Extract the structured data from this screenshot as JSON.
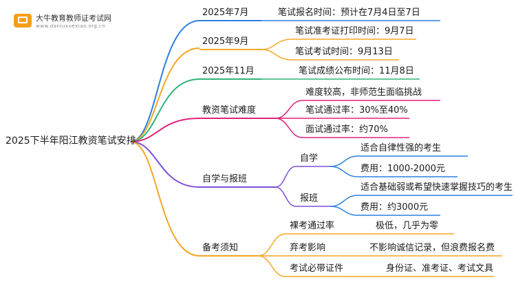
{
  "logo": {
    "name": "大牛教育教师证考试网",
    "url": "www.daniuxuexiao.org.cn"
  },
  "root": "2025下半年阳江教资笔试安排",
  "branches": {
    "july": {
      "label": "2025年7月",
      "items": [
        "笔试报名时间：预计在7月4日至7日"
      ]
    },
    "sept": {
      "label": "2025年9月",
      "items": [
        "笔试准考证打印时间：9月7日",
        "笔试考试时间：9月13日"
      ]
    },
    "nov": {
      "label": "2025年11月",
      "items": [
        "笔试成绩公布时间：11月8日"
      ]
    },
    "difficulty": {
      "label": "教资笔试难度",
      "items": [
        "难度较高，非师范生面临挑战",
        "笔试通过率：30%至40%",
        "面试通过率：约70%"
      ]
    },
    "study": {
      "label": "自学与报班",
      "self": {
        "label": "自学",
        "items": [
          "适合自律性强的考生",
          "费用：1000-2000元"
        ]
      },
      "class": {
        "label": "报班",
        "items": [
          "适合基础弱或希望快速掌握技巧的考生",
          "费用：约3000元"
        ]
      }
    },
    "notes": {
      "label": "备考须知",
      "items": [
        {
          "label": "裸考通过率",
          "value": "极低，几乎为零"
        },
        {
          "label": "弃考影响",
          "value": "不影响诚信记录，但浪费报名费"
        },
        {
          "label": "考试必带证件",
          "value": "身份证、准考证、考试文具"
        }
      ]
    }
  },
  "colors": {
    "blue": "#2a7fe0",
    "orange": "#f5a623",
    "green": "#2fb37a",
    "magenta": "#e0207a",
    "purple": "#7b4fd9",
    "brand": "#f59f1a"
  }
}
